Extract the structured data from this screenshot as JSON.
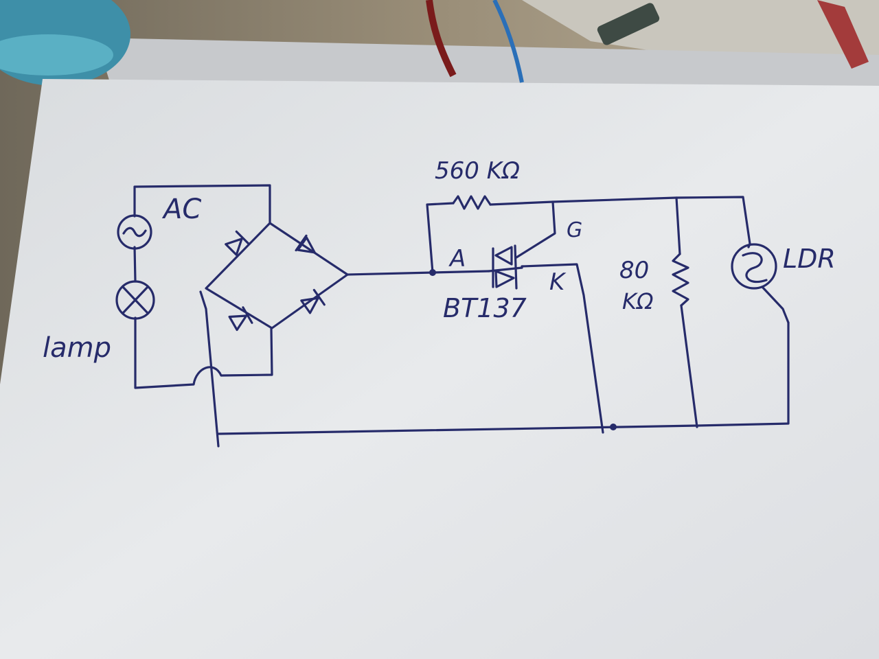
{
  "labels": {
    "ac": "AC",
    "lamp": "lamp",
    "r1_value": "560 KΩ",
    "anode": "A",
    "gate": "G",
    "cathode": "K",
    "triac": "BT137",
    "r2_value_top": "80",
    "r2_value_bottom": "KΩ",
    "ldr": "LDR"
  },
  "colors": {
    "ink": "#262b6a",
    "paper": "#e4e6e9",
    "desk": "#8a7f6c"
  },
  "icons": {
    "ac_source": "ac-source-icon",
    "lamp": "lamp-icon",
    "diode": "diode-icon",
    "triac": "triac-icon",
    "resistor": "resistor-icon",
    "ldr": "ldr-icon"
  }
}
